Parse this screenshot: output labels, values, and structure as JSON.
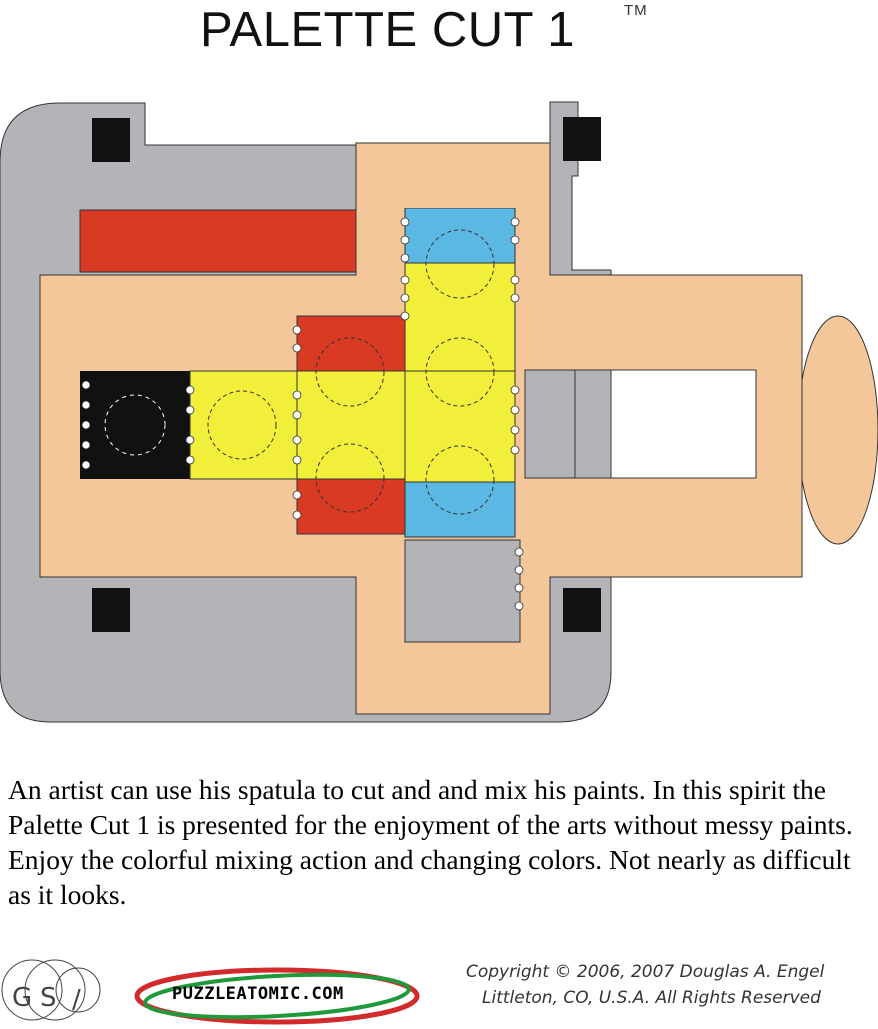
{
  "header": {
    "title": "PALETTE CUT 1",
    "trademark": "TM"
  },
  "description": "An artist can use his spatula to cut and and mix his paints.  In this spirit the Palette Cut 1 is presented for the enjoyment of the arts without messy paints.  Enjoy the colorful mixing action and changing colors.  Not nearly as difficult as it looks.",
  "footer": {
    "gsi_logo_letters": [
      "G",
      "S",
      "/"
    ],
    "logo_label": "PUZZLEATOMIC.COM",
    "copyright_line1": "Copyright © 2006, 2007 Douglas A. Engel",
    "copyright_line2": "Littleton, CO, U.S.A.   All Rights Reserved"
  },
  "colors": {
    "frame_gray": "#b4b4b8",
    "peach": "#f3c79a",
    "red": "#d93a24",
    "yellow": "#f2ef3a",
    "blue": "#5ab8e2",
    "black": "#111111",
    "logo_red": "#d32b2b",
    "logo_green": "#1e9a3a"
  }
}
